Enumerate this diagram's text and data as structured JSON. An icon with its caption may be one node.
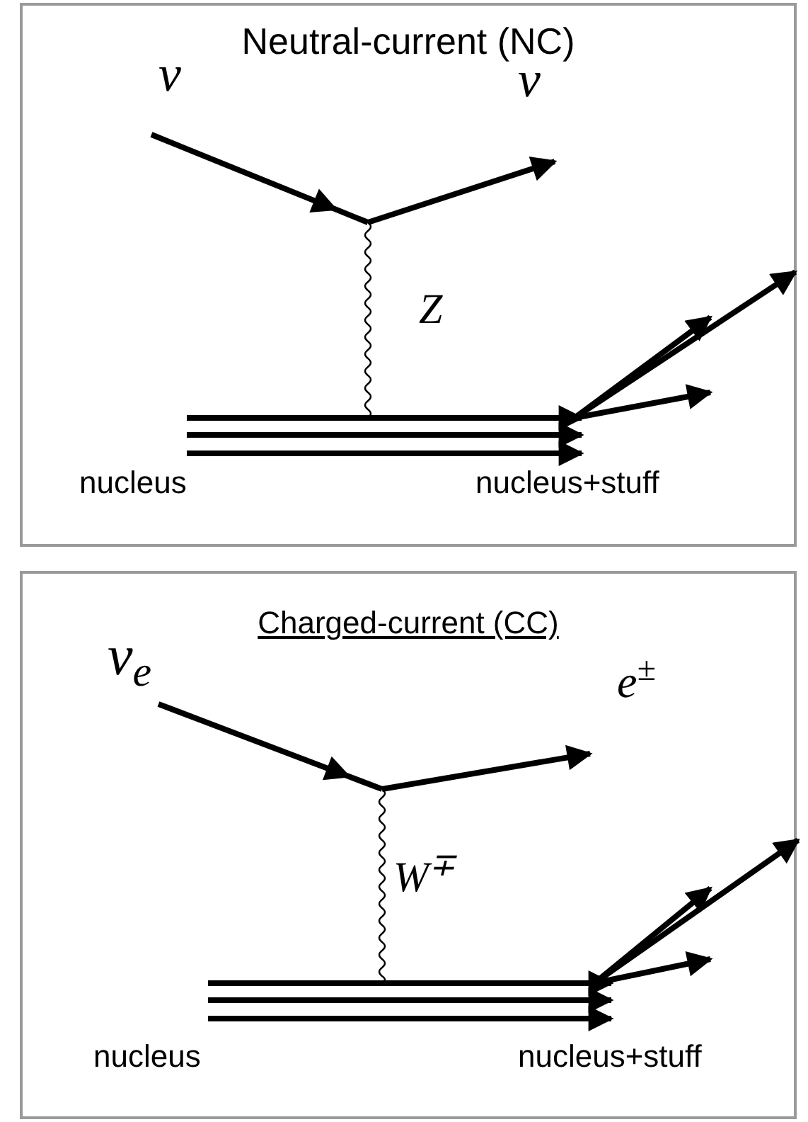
{
  "diagram": {
    "nodes": [
      {
        "text": [
          "Neutral-current (NC)"
        ]
      },
      {
        "text": [
          "Charged-current (CC)"
        ]
      }
    ],
    "labels": [
      "ν",
      "ν",
      "Z",
      "nucleus",
      "nucleus+stuff",
      "ν$_{e}$",
      "e$^{±}$",
      "W$^{∓}$",
      "nucleus",
      "nucleus+stuff"
    ]
  }
}
